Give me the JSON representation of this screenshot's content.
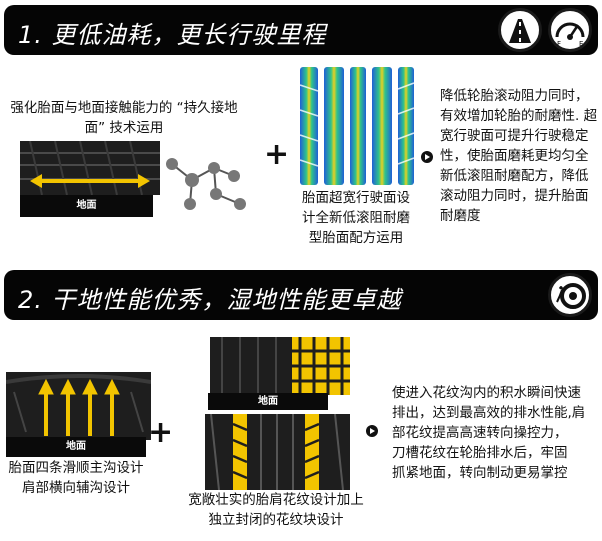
{
  "section1": {
    "title": "1. 更低油耗，更长行驶里程",
    "left_caption": [
      "强化胎面与地面接触能力的 “持久接地",
      "面” 技术运用"
    ],
    "ground_label": "地面",
    "center_caption": [
      "胎面超宽行驶面设",
      "计全新低滚阻耐磨",
      "型胎面配方运用"
    ],
    "right_text": [
      "降低轮胎滚动阻力同时，",
      "有效增加轮胎的耐磨性. 超",
      "宽行驶面可提升行驶稳定",
      "性，使胎面磨耗更均匀全",
      "新低滚阻耐磨配方，降低",
      "滚动阻力同时，提升胎面",
      "耐磨度"
    ],
    "badge1_icon": "road-icon",
    "badge2_icon": "fuel-gauge-icon"
  },
  "section2": {
    "title": "2. 干地性能优秀，湿地性能更卓越",
    "left_ground_label": "地面",
    "left_caption": [
      "胎面四条滑顺主沟设计",
      "肩部横向辅沟设计"
    ],
    "center_ground_label": "地面",
    "center_caption": [
      "宽敞壮实的胎肩花纹设计加上",
      "独立封闭的花纹块设计"
    ],
    "right_text": [
      "使进入花纹沟内的积水瞬间快速",
      "排出，达到最高效的排水性能,肩",
      "部花纹提高高速转向操控力，",
      "刀槽花纹在轮胎排水后，牢固",
      "抓紧地面，转向制动更易掌控"
    ],
    "badge_icon": "wet-tire-icon"
  },
  "colors": {
    "banner": "#050505",
    "accent_yellow": "#f2c400",
    "heatmap_blue": "#1f5fd6"
  }
}
